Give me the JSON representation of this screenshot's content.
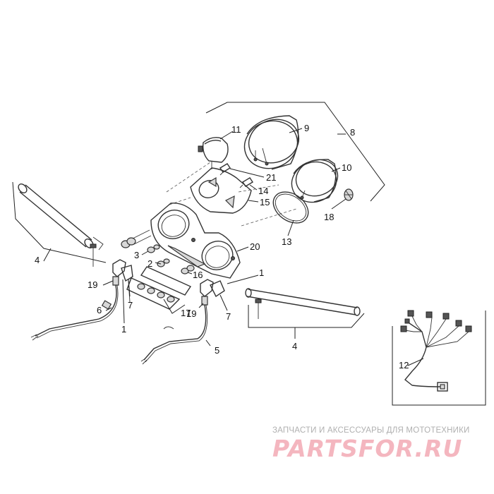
{
  "callouts": {
    "n1a": "1",
    "n1b": "1",
    "n2": "2",
    "n3": "3",
    "n4a": "4",
    "n4b": "4",
    "n5": "5",
    "n6": "6",
    "n7a": "7",
    "n7b": "7",
    "n8": "8",
    "n9": "9",
    "n10": "10",
    "n11": "11",
    "n12": "12",
    "n13": "13",
    "n14": "14",
    "n15": "15",
    "n16": "16",
    "n17": "17",
    "n18": "18",
    "n19a": "19",
    "n19b": "19",
    "n20": "20",
    "n21": "21"
  },
  "watermark": {
    "tagline": "ЗАПЧАСТИ И АКСЕССУАРЫ ДЛЯ МОТОТЕХНИКИ",
    "logo_text": "PARTSFOR.RU"
  }
}
